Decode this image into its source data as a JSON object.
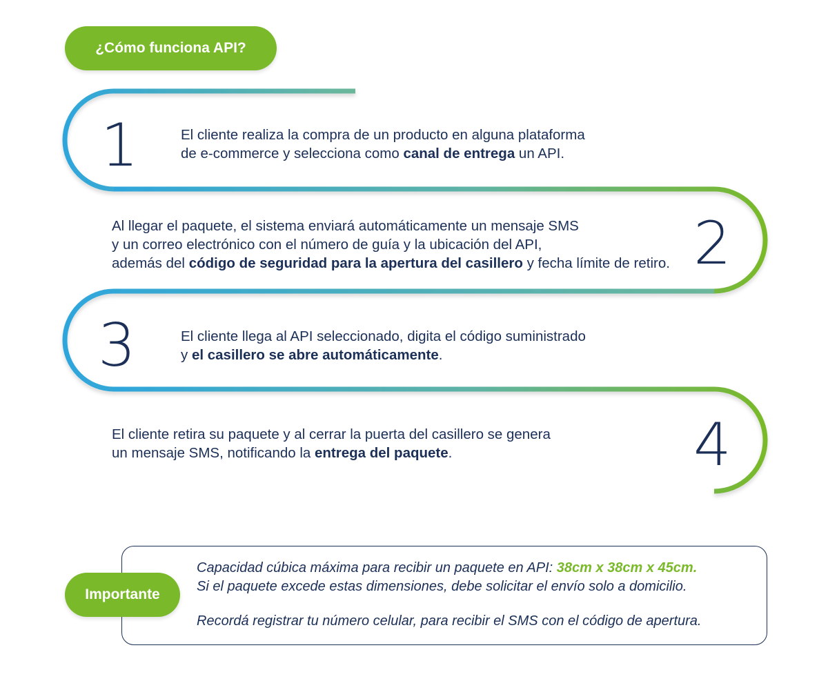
{
  "header": {
    "title": "¿Cómo funciona API?"
  },
  "steps": [
    {
      "number": "1",
      "line1": "El cliente realiza la compra de un producto en alguna plataforma",
      "line2_pre": "de e-commerce y selecciona como ",
      "line2_bold": "canal de entrega",
      "line2_post": " un API."
    },
    {
      "number": "2",
      "line1": "Al llegar el paquete, el sistema enviará automáticamente un mensaje SMS",
      "line2": "y un correo electrónico con el número de guía y la ubicación del API,",
      "line3_pre": "además del ",
      "line3_bold": "código de seguridad para la apertura del casillero",
      "line3_post": " y fecha límite de retiro."
    },
    {
      "number": "3",
      "line1": "El cliente llega al API seleccionado, digita el código suministrado",
      "line2_pre": "y ",
      "line2_bold": "el casillero se abre automáticamente",
      "line2_post": "."
    },
    {
      "number": "4",
      "line1": "El cliente retira su paquete y al cerrar la puerta del casillero se genera",
      "line2_pre": "un mensaje SMS, notificando la ",
      "line2_bold": "entrega del paquete",
      "line2_post": "."
    }
  ],
  "important": {
    "label": "Importante",
    "line1_pre": "Capacidad cúbica máxima para recibir un paquete en API: ",
    "line1_highlight": "38cm x 38cm x 45cm.",
    "line2": "Si el paquete excede estas dimensiones, debe solicitar el envío solo a domicilio.",
    "line3": "Recordá registrar tu número celular, para recibir el SMS con el código de apertura."
  },
  "colors": {
    "green": "#7ab929",
    "blue": "#2ea6dc",
    "teal": "#5bb3a0",
    "navy": "#1b2f57"
  }
}
